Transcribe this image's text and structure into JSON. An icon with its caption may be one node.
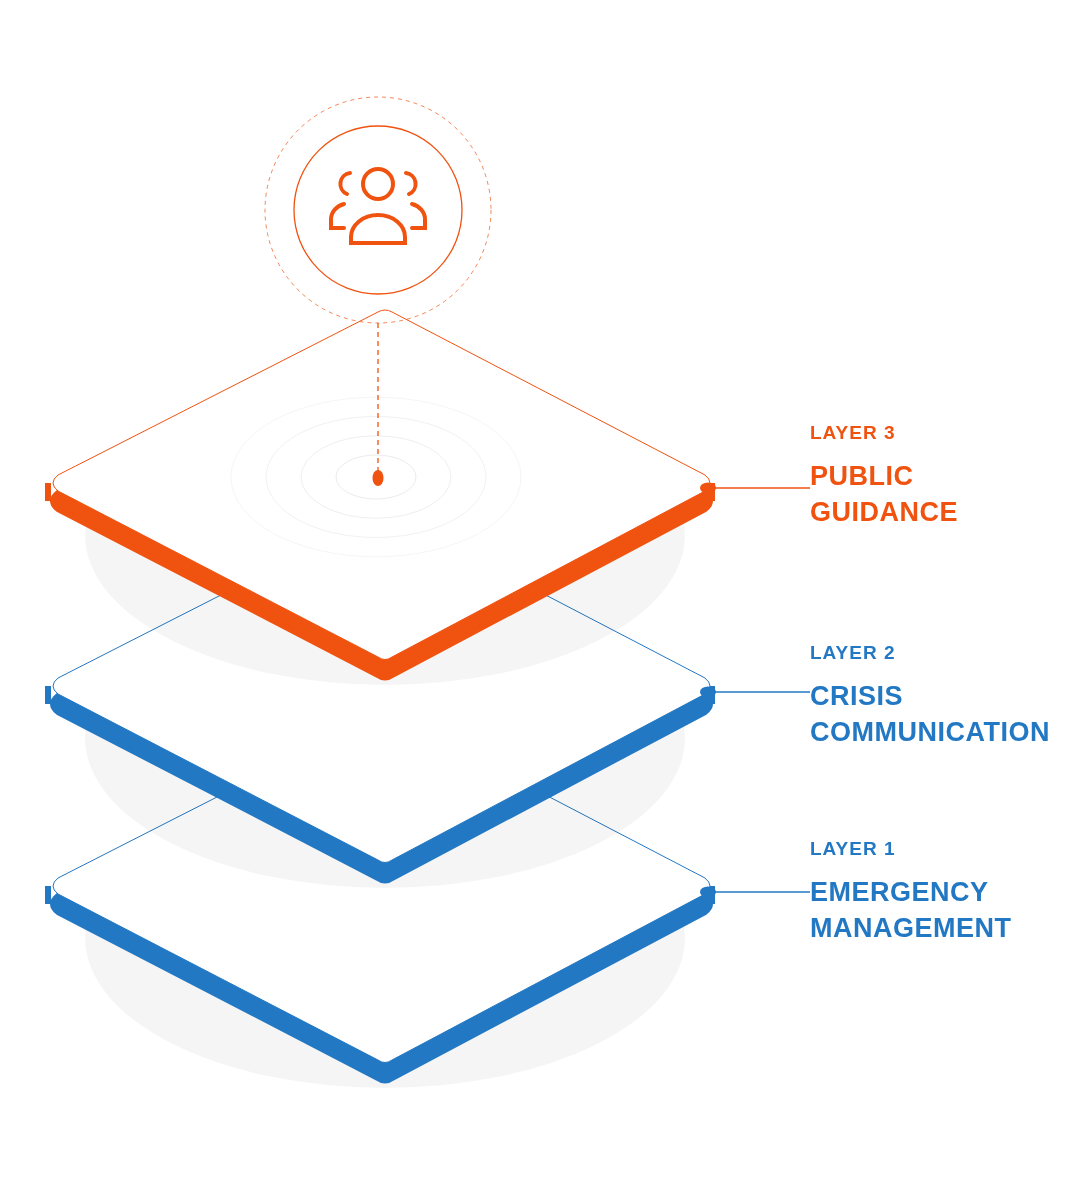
{
  "diagram": {
    "nodes": [
      {
        "text": [],
        "shape": "circle"
      },
      {
        "text": [],
        "shape": "box"
      },
      {
        "text": [
          "LAYER 3",
          "PUBLIC GUIDANCE"
        ]
      },
      {
        "text": [],
        "shape": "box"
      },
      {
        "text": [
          "LAYER 2",
          "CRISIS COMMUNICATION"
        ]
      },
      {
        "text": [],
        "shape": "box"
      },
      {
        "text": [
          "LAYER 1",
          "EMERGENCY MANAGEMENT"
        ]
      }
    ],
    "edges": [
      {
        "from": 0,
        "to": 1,
        "arrow": "other",
        "style": "dashed",
        "color": "#f0520f"
      },
      {
        "from": 2,
        "to": 1,
        "arrow": "other",
        "color": "#f0520f"
      },
      {
        "from": 4,
        "to": 3,
        "arrow": "other",
        "color": "#2278c3"
      },
      {
        "from": 6,
        "to": 5,
        "arrow": "other",
        "color": "#2278c3"
      }
    ]
  }
}
